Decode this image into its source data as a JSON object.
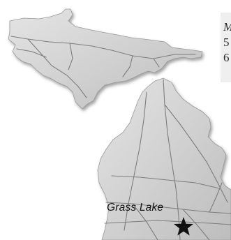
{
  "map": {
    "place_label": "Grass Lake",
    "marker_icon": "star-icon",
    "land_color": "#cfcfcf",
    "road_color": "#7d7d7d"
  },
  "info_box": {
    "lines": [
      "M",
      "5",
      "6"
    ]
  }
}
